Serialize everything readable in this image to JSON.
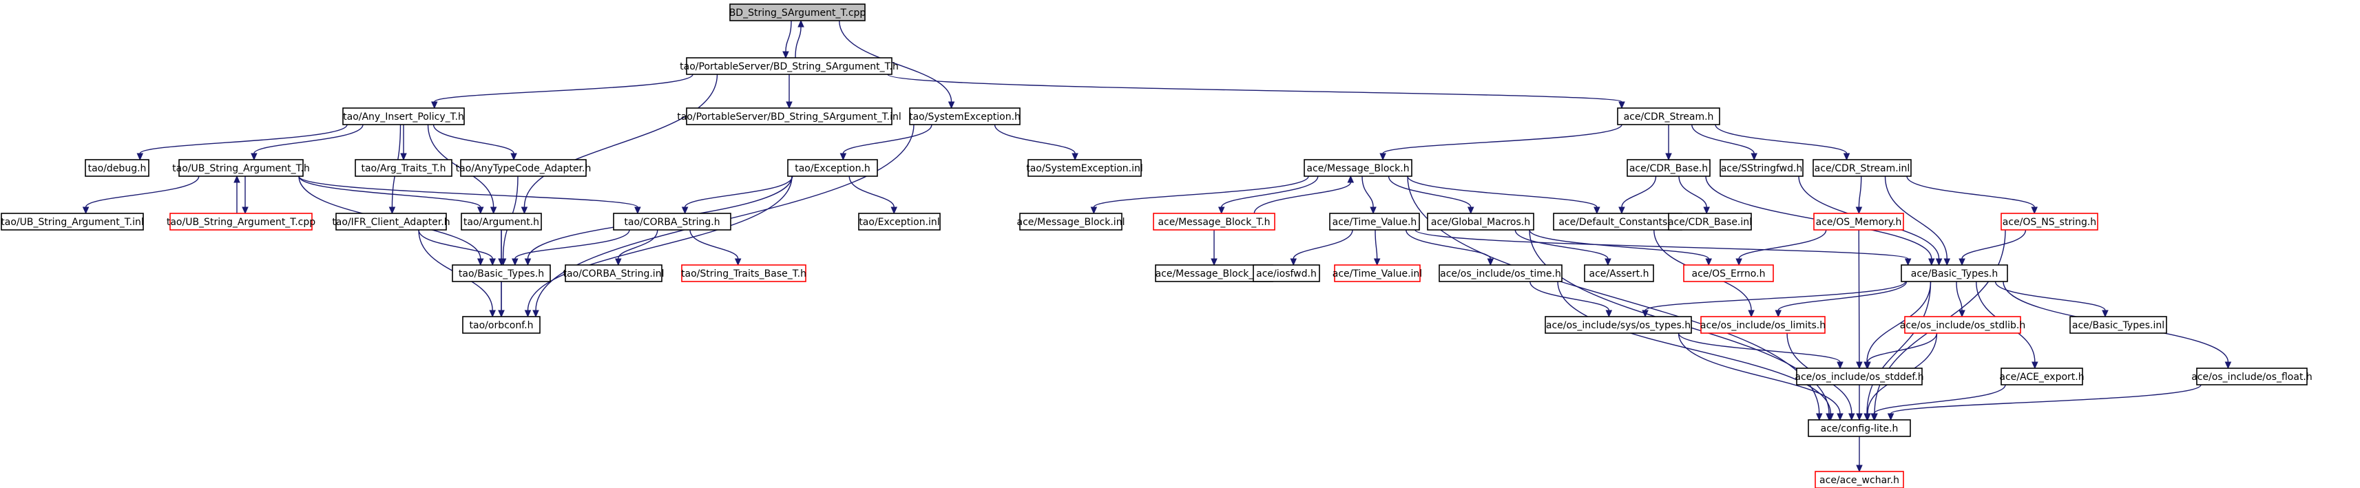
{
  "graph": {
    "nodes": [
      {
        "id": "n0",
        "label": "BD_String_SArgument_T.cpp",
        "root": true
      },
      {
        "id": "n1",
        "label": "tao/PortableServer/BD_String_SArgument_T.h"
      },
      {
        "id": "n2",
        "label": "tao/Any_Insert_Policy_T.h"
      },
      {
        "id": "n3",
        "label": "tao/PortableServer/BD_String_SArgument_T.inl"
      },
      {
        "id": "n4",
        "label": "tao/SystemException.h"
      },
      {
        "id": "n5",
        "label": "ace/CDR_Stream.h"
      },
      {
        "id": "n6",
        "label": "tao/debug.h"
      },
      {
        "id": "n7",
        "label": "tao/UB_String_Argument_T.h"
      },
      {
        "id": "n8",
        "label": "tao/Arg_Traits_T.h"
      },
      {
        "id": "n9",
        "label": "tao/AnyTypeCode_Adapter.h"
      },
      {
        "id": "n10",
        "label": "tao/Exception.h"
      },
      {
        "id": "n11",
        "label": "tao/SystemException.inl"
      },
      {
        "id": "n12",
        "label": "ace/Message_Block.h"
      },
      {
        "id": "n13",
        "label": "ace/CDR_Base.h"
      },
      {
        "id": "n14",
        "label": "ace/SStringfwd.h"
      },
      {
        "id": "n15",
        "label": "ace/CDR_Stream.inl"
      },
      {
        "id": "n16",
        "label": "tao/UB_String_Argument_T.inl"
      },
      {
        "id": "n17",
        "label": "tao/UB_String_Argument_T.cpp",
        "red": true
      },
      {
        "id": "n18",
        "label": "tao/IFR_Client_Adapter.h"
      },
      {
        "id": "n19",
        "label": "tao/Argument.h"
      },
      {
        "id": "n20",
        "label": "tao/CORBA_String.h"
      },
      {
        "id": "n21",
        "label": "tao/Exception.inl"
      },
      {
        "id": "n22",
        "label": "ace/Message_Block.inl"
      },
      {
        "id": "n23",
        "label": "ace/Message_Block_T.h",
        "red": true
      },
      {
        "id": "n24",
        "label": "ace/Time_Value.h"
      },
      {
        "id": "n25",
        "label": "ace/Global_Macros.h"
      },
      {
        "id": "n26",
        "label": "ace/Default_Constants.h"
      },
      {
        "id": "n27",
        "label": "ace/CDR_Base.inl"
      },
      {
        "id": "n28",
        "label": "ace/OS_Memory.h",
        "red": true
      },
      {
        "id": "n29",
        "label": "ace/OS_NS_string.h",
        "red": true
      },
      {
        "id": "n30",
        "label": "tao/Basic_Types.h"
      },
      {
        "id": "n31",
        "label": "tao/CORBA_String.inl"
      },
      {
        "id": "n32",
        "label": "tao/String_Traits_Base_T.h",
        "red": true
      },
      {
        "id": "n33",
        "label": "ace/Message_Block_T.inl"
      },
      {
        "id": "n34",
        "label": "ace/iosfwd.h"
      },
      {
        "id": "n35",
        "label": "ace/Time_Value.inl",
        "red": true
      },
      {
        "id": "n36",
        "label": "ace/os_include/os_time.h"
      },
      {
        "id": "n37",
        "label": "ace/Assert.h"
      },
      {
        "id": "n38",
        "label": "ace/OS_Errno.h",
        "red": true
      },
      {
        "id": "n39",
        "label": "ace/Basic_Types.h"
      },
      {
        "id": "n40",
        "label": "tao/orbconf.h"
      },
      {
        "id": "n41",
        "label": "ace/os_include/sys/os_types.h"
      },
      {
        "id": "n42",
        "label": "ace/os_include/os_limits.h",
        "red": true
      },
      {
        "id": "n43",
        "label": "ace/os_include/os_stdlib.h",
        "red": true
      },
      {
        "id": "n44",
        "label": "ace/Basic_Types.inl"
      },
      {
        "id": "n45",
        "label": "ace/os_include/os_stddef.h"
      },
      {
        "id": "n46",
        "label": "ace/ACE_export.h"
      },
      {
        "id": "n47",
        "label": "ace/os_include/os_float.h"
      },
      {
        "id": "n48",
        "label": "ace/config-lite.h"
      },
      {
        "id": "n49",
        "label": "ace/ace_wchar.h",
        "red": true
      }
    ],
    "edges": [
      [
        "n0",
        "n1"
      ],
      [
        "n1",
        "n0"
      ],
      [
        "n0",
        "n4"
      ],
      [
        "n1",
        "n2"
      ],
      [
        "n1",
        "n3"
      ],
      [
        "n1",
        "n5"
      ],
      [
        "n1",
        "n19"
      ],
      [
        "n2",
        "n6"
      ],
      [
        "n2",
        "n7"
      ],
      [
        "n2",
        "n8"
      ],
      [
        "n2",
        "n9"
      ],
      [
        "n2",
        "n18"
      ],
      [
        "n2",
        "n19"
      ],
      [
        "n7",
        "n16"
      ],
      [
        "n7",
        "n17"
      ],
      [
        "n17",
        "n7"
      ],
      [
        "n7",
        "n19"
      ],
      [
        "n7",
        "n30"
      ],
      [
        "n7",
        "n20"
      ],
      [
        "n4",
        "n10"
      ],
      [
        "n4",
        "n11"
      ],
      [
        "n4",
        "n40"
      ],
      [
        "n10",
        "n21"
      ],
      [
        "n10",
        "n20"
      ],
      [
        "n10",
        "n30"
      ],
      [
        "n10",
        "n40"
      ],
      [
        "n9",
        "n30"
      ],
      [
        "n18",
        "n30"
      ],
      [
        "n18",
        "n40"
      ],
      [
        "n19",
        "n30"
      ],
      [
        "n19",
        "n40"
      ],
      [
        "n20",
        "n30"
      ],
      [
        "n20",
        "n31"
      ],
      [
        "n20",
        "n32"
      ],
      [
        "n30",
        "n40"
      ],
      [
        "n5",
        "n12"
      ],
      [
        "n5",
        "n13"
      ],
      [
        "n5",
        "n14"
      ],
      [
        "n5",
        "n15"
      ],
      [
        "n12",
        "n22"
      ],
      [
        "n12",
        "n23"
      ],
      [
        "n23",
        "n12"
      ],
      [
        "n12",
        "n24"
      ],
      [
        "n12",
        "n25"
      ],
      [
        "n12",
        "n26"
      ],
      [
        "n12",
        "n48"
      ],
      [
        "n23",
        "n33"
      ],
      [
        "n24",
        "n34"
      ],
      [
        "n24",
        "n35"
      ],
      [
        "n24",
        "n36"
      ],
      [
        "n24",
        "n39"
      ],
      [
        "n25",
        "n37"
      ],
      [
        "n25",
        "n38"
      ],
      [
        "n25",
        "n48"
      ],
      [
        "n26",
        "n42"
      ],
      [
        "n13",
        "n26"
      ],
      [
        "n13",
        "n27"
      ],
      [
        "n13",
        "n39"
      ],
      [
        "n14",
        "n39"
      ],
      [
        "n15",
        "n28"
      ],
      [
        "n15",
        "n29"
      ],
      [
        "n15",
        "n39"
      ],
      [
        "n28",
        "n38"
      ],
      [
        "n28",
        "n45"
      ],
      [
        "n29",
        "n39"
      ],
      [
        "n29",
        "n48"
      ],
      [
        "n36",
        "n41"
      ],
      [
        "n36",
        "n48"
      ],
      [
        "n39",
        "n41"
      ],
      [
        "n39",
        "n42"
      ],
      [
        "n39",
        "n43"
      ],
      [
        "n39",
        "n44"
      ],
      [
        "n39",
        "n45"
      ],
      [
        "n39",
        "n46"
      ],
      [
        "n39",
        "n47"
      ],
      [
        "n39",
        "n48"
      ],
      [
        "n41",
        "n45"
      ],
      [
        "n41",
        "n48"
      ],
      [
        "n42",
        "n48"
      ],
      [
        "n43",
        "n45"
      ],
      [
        "n43",
        "n48"
      ],
      [
        "n45",
        "n48"
      ],
      [
        "n46",
        "n48"
      ],
      [
        "n47",
        "n48"
      ],
      [
        "n48",
        "n49"
      ]
    ]
  }
}
